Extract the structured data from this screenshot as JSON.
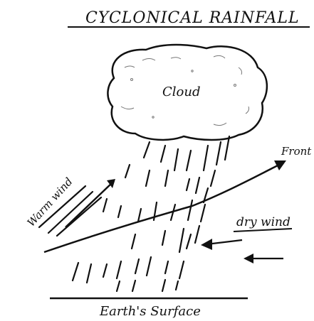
{
  "diagram": {
    "title": "CYCLONICAL RAINFALL",
    "cloud_label": "Cloud",
    "warm_wind_label": "Warm wind",
    "front_label": "Front",
    "dry_wind_label": "dry wind",
    "ground_label": "Earth's Surface"
  }
}
